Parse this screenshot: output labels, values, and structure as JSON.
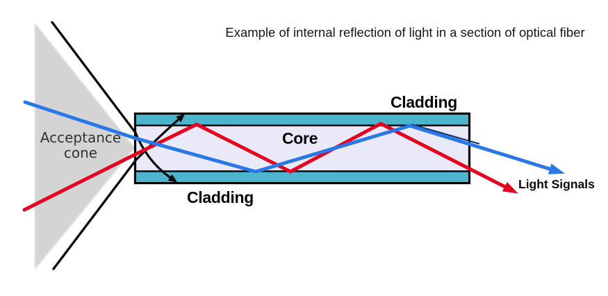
{
  "title": "Example of internal reflection of light in a section of optical fiber",
  "diagram": {
    "acceptance_cone": {
      "line1": "Acceptance",
      "line2": "cone"
    },
    "fiber": {
      "cladding_top_label": "Cladding",
      "cladding_bottom_label": "Cladding",
      "core_label": "Core"
    },
    "rays": {
      "output_label": "Light Signals"
    }
  },
  "colors": {
    "cladding_fill": "#4cb4cd",
    "core_fill": "#e9e9f8",
    "cone_fill": "#d4d4d4",
    "ray_blue": "#2878e8",
    "ray_red": "#e8001d",
    "ray_blue_shadow": "#16306e",
    "line_black": "#0d0d0d"
  }
}
